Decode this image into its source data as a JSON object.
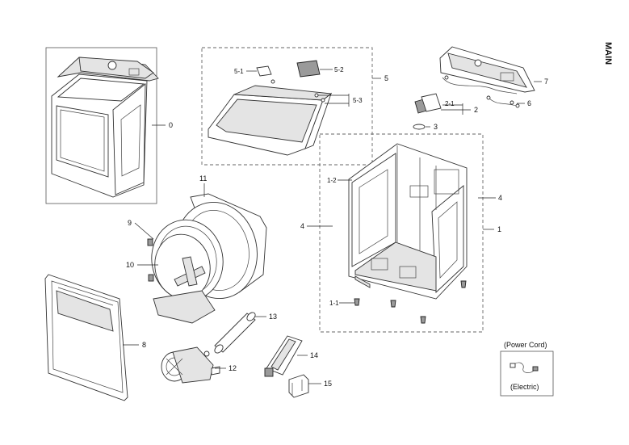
{
  "page_label": "MAIN",
  "callouts": {
    "c0": "0",
    "c1": "1",
    "c1_1": "1-1",
    "c1_2": "1-2",
    "c2": "2",
    "c2_1": "2-1",
    "c3": "3",
    "c4a": "4",
    "c4b": "4",
    "c5": "5",
    "c5_1": "5-1",
    "c5_2": "5-2",
    "c5_3": "5-3",
    "c6": "6",
    "c7": "7",
    "c8": "8",
    "c9": "9",
    "c10": "10",
    "c11": "11",
    "c12": "12",
    "c13": "13",
    "c14": "14",
    "c15": "15"
  },
  "power_cord": {
    "title": "(Power Cord)",
    "caption": "(Electric)"
  }
}
